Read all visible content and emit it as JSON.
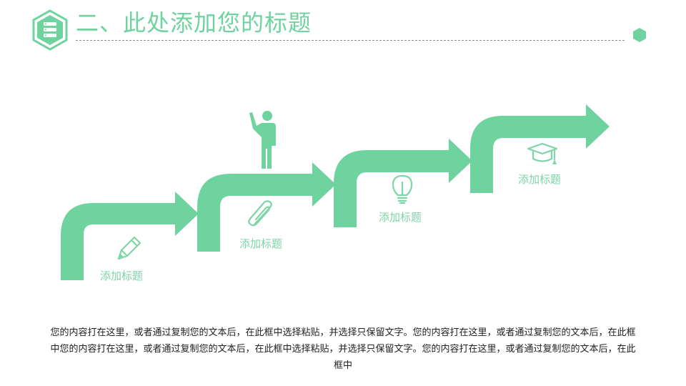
{
  "colors": {
    "accent": "#6fd39f",
    "accent_light": "#7fd4a8",
    "text": "#222222"
  },
  "header": {
    "title": "二、此处添加您的标题",
    "icon": "server-stack-icon",
    "corner_icon": "hexagon-icon"
  },
  "steps": [
    {
      "label": "添加标题",
      "icon": "pencil-icon"
    },
    {
      "label": "添加标题",
      "icon": "paperclip-icon"
    },
    {
      "label": "添加标题",
      "icon": "lightbulb-icon"
    },
    {
      "label": "添加标题",
      "icon": "graduation-cap-icon"
    }
  ],
  "figure_icon": "person-waving-icon",
  "body_text": "您的内容打在这里，或者通过复制您的文本后，在此框中选择粘贴，并选择只保留文字。您的内容打在这里，或者通过复制您的文本后，在此框中您的内容打在这里，或者通过复制您的文本后，在此框中选择粘贴，并选择只保留文字。您的内容打在这里，或者通过复制您的文本后，在此框中"
}
